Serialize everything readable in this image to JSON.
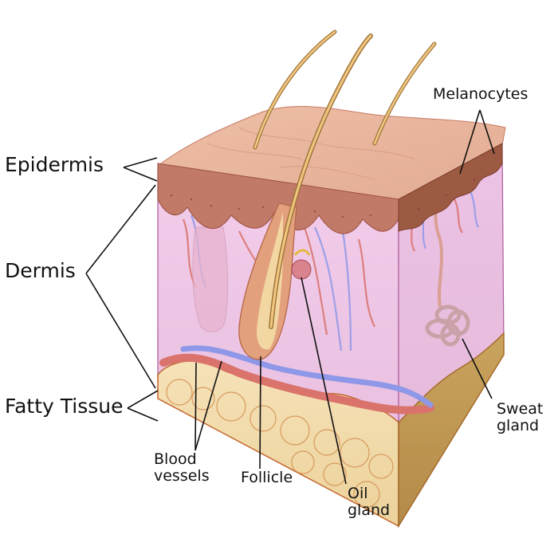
{
  "diagram": {
    "type": "anatomical cross-section",
    "subject": "skin layers",
    "layer_labels": [
      {
        "id": "epidermis",
        "text": "Epidermis"
      },
      {
        "id": "dermis",
        "text": "Dermis"
      },
      {
        "id": "fatty-tissue",
        "text": "Fatty Tissue"
      }
    ],
    "structure_labels": [
      {
        "id": "melanocytes",
        "text": "Melanocytes"
      },
      {
        "id": "sweat-gland",
        "text": "Sweat\ngland"
      },
      {
        "id": "blood-vessels",
        "text": "Blood\nvessels"
      },
      {
        "id": "follicle",
        "text": "Follicle"
      },
      {
        "id": "oil-gland",
        "text": "Oil\ngland"
      }
    ],
    "colors": {
      "epidermis": "#b86a5a",
      "skin_surface": "#e8b79e",
      "dermis": "#efc6e6",
      "fat": "#f2dcaa",
      "artery": "#d9736b",
      "vein": "#8f98e8",
      "hair": "#d9a35a",
      "leader_lines": "#111111"
    }
  }
}
